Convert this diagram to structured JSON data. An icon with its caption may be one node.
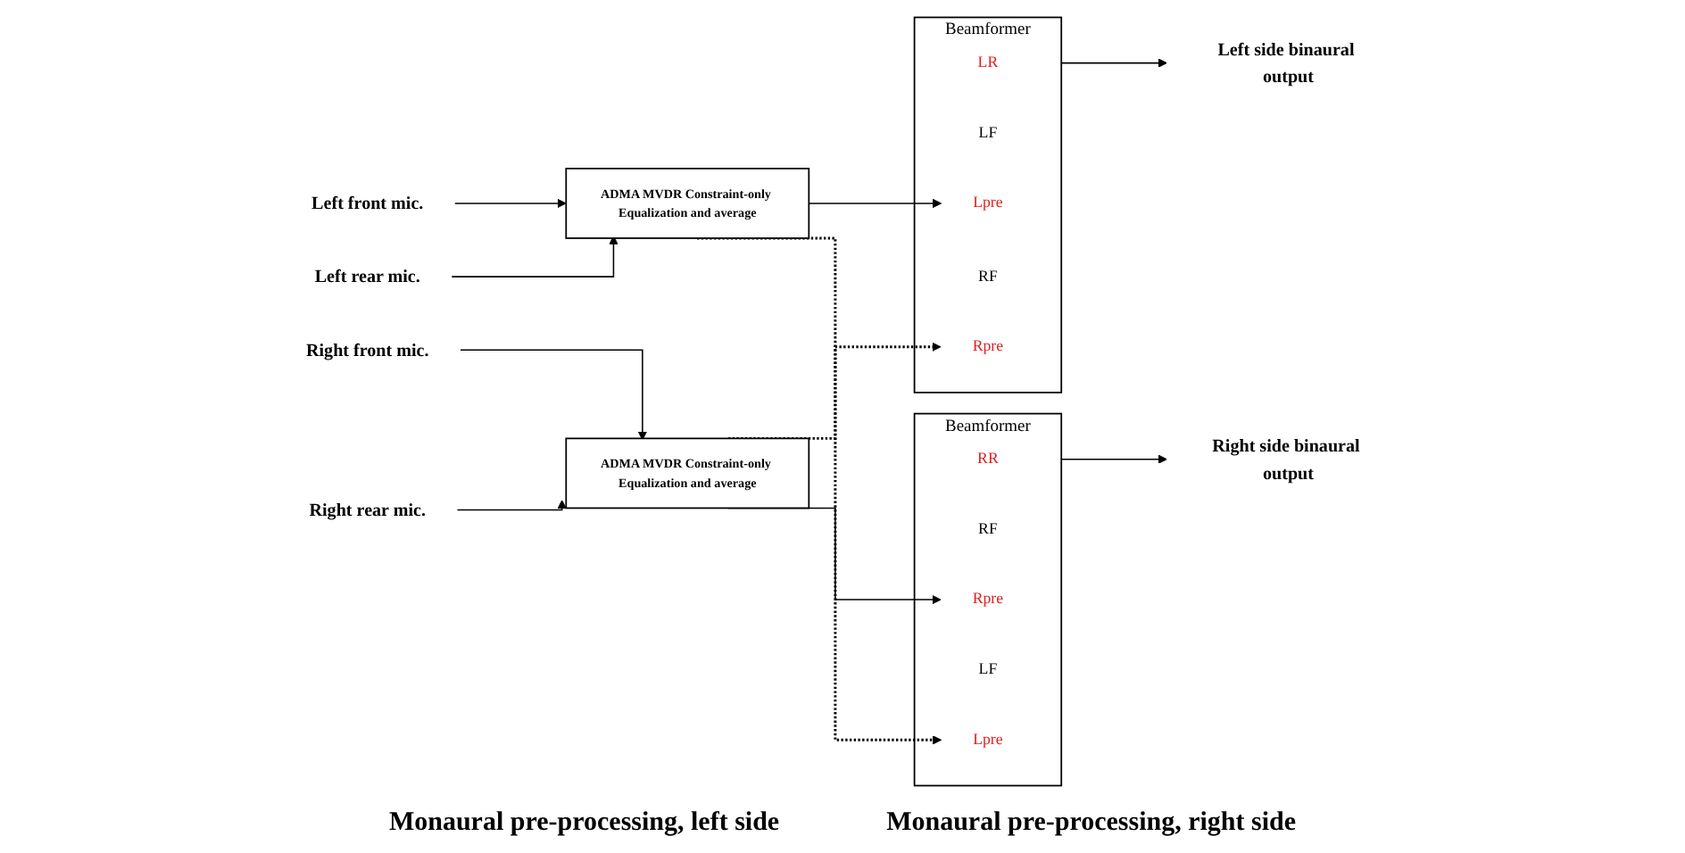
{
  "diagram": {
    "nodes": [
      {
        "text": [
          "Left front mic."
        ]
      },
      {
        "text": [
          "Left rear mic."
        ]
      },
      {
        "text": [
          "ADMA MVDR Constraint-only Equalization and average"
        ]
      },
      {
        "text": [
          "Beamformer"
        ]
      },
      {
        "text": [
          "LR"
        ],
        "in": 3
      },
      {
        "text": [
          "LF"
        ],
        "in": 3
      },
      {
        "text": [
          "Lpre"
        ],
        "in": 3
      },
      {
        "text": [
          "RF"
        ],
        "in": 3
      },
      {
        "text": [
          "Rpre"
        ],
        "in": 3
      },
      {
        "text": [
          "Left side binaural output"
        ]
      },
      {
        "text": [
          "Right front mic."
        ]
      },
      {
        "text": [
          "Right rear mic."
        ]
      },
      {
        "text": [
          "ADMA MVDR Constraint-only Equalization and average"
        ]
      },
      {
        "text": [
          "Beamformer"
        ]
      },
      {
        "text": [
          "RR"
        ],
        "in": 13
      },
      {
        "text": [
          "RF"
        ],
        "in": 13
      },
      {
        "text": [
          "Rpre"
        ],
        "in": 13
      },
      {
        "text": [
          "LF"
        ],
        "in": 13
      },
      {
        "text": [
          "Lpre"
        ],
        "in": 13
      },
      {
        "text": [
          "Right side binaural output"
        ]
      }
    ],
    "edges": [
      {
        "from": 0,
        "to": 2,
        "arrow": "to"
      },
      {
        "from": 1,
        "to": 2,
        "arrow": "to"
      },
      {
        "from": 2,
        "to": 6,
        "arrow": "to"
      },
      {
        "from": 2,
        "to": 18,
        "arrow": "to",
        "style": "dashed"
      },
      {
        "from": 3,
        "to": 9,
        "arrow": "to"
      },
      {
        "from": 10,
        "to": 12,
        "arrow": "to"
      },
      {
        "from": 11,
        "to": 12,
        "arrow": "to"
      },
      {
        "from": 12,
        "to": 16,
        "arrow": "to"
      },
      {
        "from": 12,
        "to": 8,
        "arrow": "to",
        "style": "dashed"
      },
      {
        "from": 13,
        "to": 19,
        "arrow": "to"
      }
    ],
    "labels": [
      "Monaural pre-processing, left side",
      "Monaural pre-processing, right side"
    ]
  }
}
